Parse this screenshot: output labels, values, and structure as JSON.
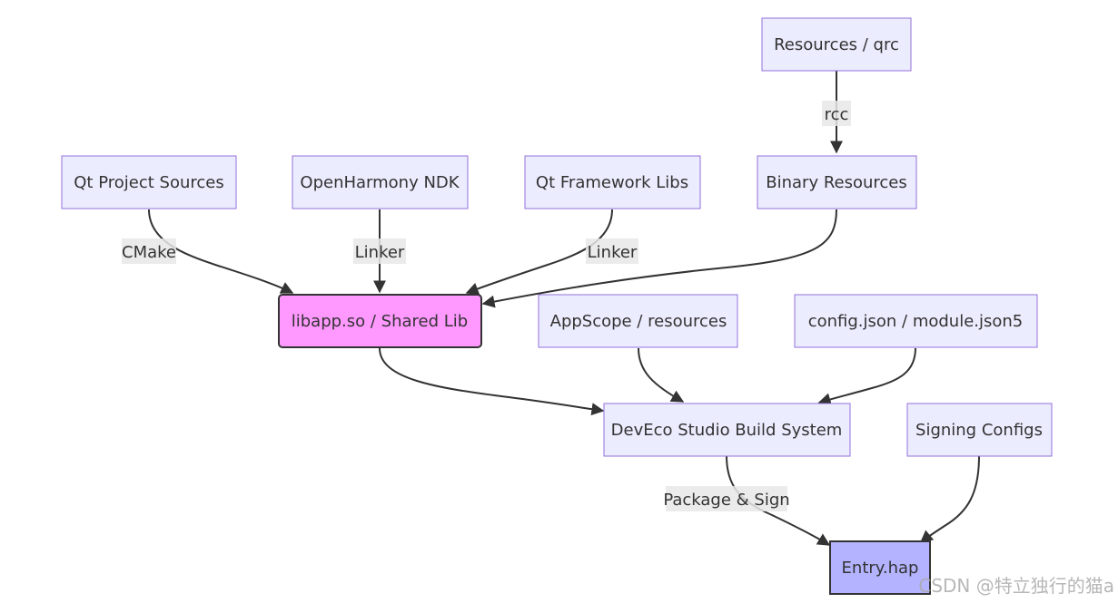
{
  "diagram": {
    "nodes": {
      "resources_qrc": "Resources / qrc",
      "qt_project_sources": "Qt Project Sources",
      "openharmony_ndk": "OpenHarmony NDK",
      "qt_framework_libs": "Qt Framework Libs",
      "binary_resources": "Binary Resources",
      "shared_lib": "libapp.so / Shared Lib",
      "appscope_resources": "AppScope / resources",
      "config_json": "config.json / module.json5",
      "deveco_build": "DevEco Studio Build System",
      "signing_configs": "Signing Configs",
      "entry_hap": "Entry.hap"
    },
    "edge_labels": {
      "rcc": "rcc",
      "cmake": "CMake",
      "linker_ndk": "Linker",
      "linker_qt": "Linker",
      "package_sign": "Package & Sign"
    },
    "colors": {
      "node_fill": "#ececff",
      "node_stroke": "#9370db",
      "shared_lib_fill": "#ff99ff",
      "entry_hap_fill": "#b3b3ff",
      "edge": "#333333"
    }
  },
  "watermark": "CSDN @特立独行的猫a"
}
